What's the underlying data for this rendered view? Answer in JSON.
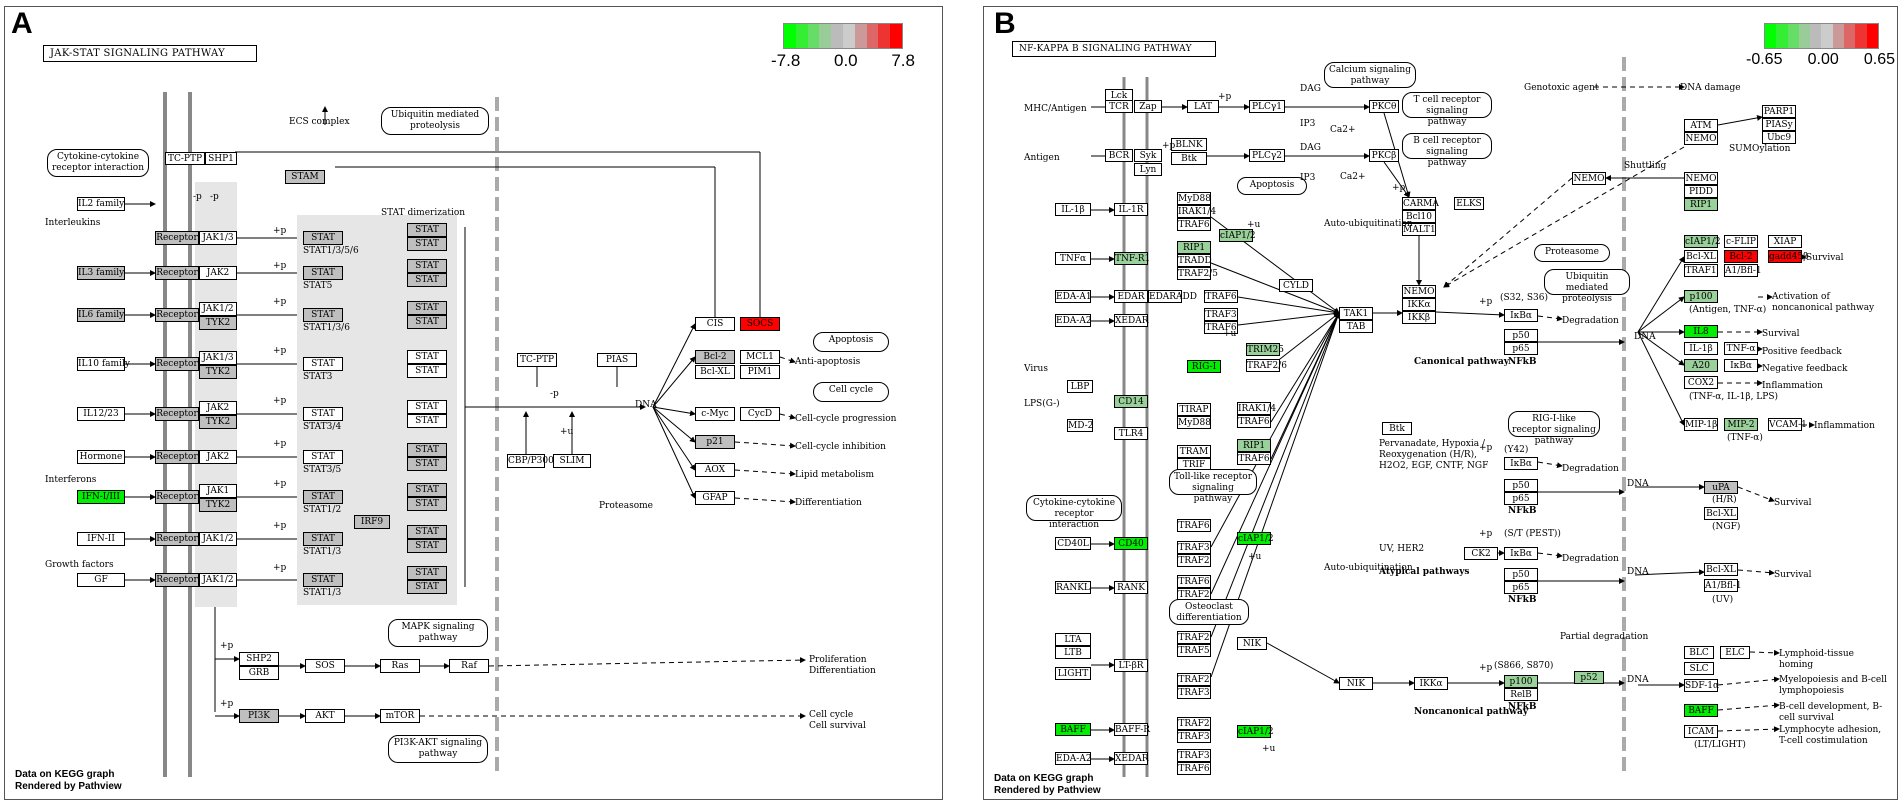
{
  "panels": {
    "A": {
      "label": "A",
      "title": "JAK-STAT SIGNALING PATHWAY",
      "legend": {
        "min": "-7.8",
        "mid": "0.0",
        "max": "7.8"
      },
      "footer": [
        "Data on KEGG graph",
        "Rendered by Pathview"
      ],
      "rounded": {
        "ubiq": "Ubiquitin mediated proteolysis",
        "cytokine": "Cytokine-cytokine receptor interaction",
        "apoptosis": "Apoptosis",
        "cellcycle": "Cell cycle",
        "mapk": "MAPK signaling pathway",
        "pi3k": "PI3K-AKT signaling pathway"
      },
      "texts": {
        "ecs": "ECS complex",
        "interleukins": "Interleukins",
        "interferons": "Interferons",
        "growth": "Growth factors",
        "statdim": "STAT dimerization",
        "p1": "+p",
        "p2": "+p",
        "p3": "+p",
        "p4": "+p",
        "p5": "+p",
        "p6": "+p",
        "p7": "+p",
        "p8": "+p",
        "p9": "+p",
        "mp1": "-p",
        "mp2": "-p",
        "mp3": "-p",
        "plusu": "+u",
        "s1": "STAT1/3/5/6",
        "s2": "STAT5",
        "s3": "STAT1/3/6",
        "s4": "STAT3",
        "s5": "STAT3/4",
        "s6": "STAT3/5",
        "s7": "STAT1/2",
        "s8": "STAT1/3",
        "s9": "STAT1/3",
        "dna": "DNA",
        "proteasome": "Proteasome",
        "antiapop": "Anti-apoptosis",
        "ccprog": "Cell-cycle progression",
        "ccinhib": "Cell-cycle inhibition",
        "lipid": "Lipid metabolism",
        "diff": "Differentiation",
        "prolif": "Proliferation",
        "prolif2": "Differentiation",
        "cellc": "Cell cycle",
        "cellsurv": "Cell survival",
        "pp1": "+p",
        "pp2": "+p"
      },
      "boxes": {
        "tcptp": "TC-PTP",
        "shp1": "SHP1",
        "stam": "STAM",
        "il2": "IL2 family",
        "il3": "IL3 family",
        "il6": "IL6 family",
        "il10": "IL10 family",
        "il12": "IL12/23",
        "hormone": "Hormone",
        "ifn1": "IFN-I/III",
        "ifn2": "IFN-II",
        "gf": "GF",
        "r1": "Receptor",
        "r2": "Receptor",
        "r3": "Receptor",
        "r4": "Receptor",
        "r5": "Receptor",
        "r6": "Receptor",
        "r7": "Receptor",
        "r8": "Receptor",
        "r9": "Receptor",
        "j1": "JAK1/3",
        "j2": "JAK2",
        "j3a": "JAK1/2",
        "j3b": "TYK2",
        "j4a": "JAK1/3",
        "j4b": "TYK2",
        "j5a": "JAK2",
        "j5b": "TYK2",
        "j6": "JAK2",
        "j7a": "JAK1",
        "j7b": "TYK2",
        "j8": "JAK1/2",
        "j9": "JAK1/2",
        "st1": "STAT",
        "st2": "STAT",
        "st3": "STAT",
        "st4": "STAT",
        "st5": "STAT",
        "st6": "STAT",
        "st7": "STAT",
        "st8": "STAT",
        "st9": "STAT",
        "d1a": "STAT",
        "d1b": "STAT",
        "d2a": "STAT",
        "d2b": "STAT",
        "d3a": "STAT",
        "d3b": "STAT",
        "d4a": "STAT",
        "d4b": "STAT",
        "d5a": "STAT",
        "d5b": "STAT",
        "d6a": "STAT",
        "d6b": "STAT",
        "d7a": "STAT",
        "d7b": "STAT",
        "d8a": "STAT",
        "d8b": "STAT",
        "d9a": "STAT",
        "d9b": "STAT",
        "irf9": "IRF9",
        "cis": "CIS",
        "socs": "SOCS",
        "tcptp2": "TC-PTP",
        "pias": "PIAS",
        "cbp": "CBP/P300",
        "slim": "SLIM",
        "bcl2": "Bcl-2",
        "mcl1": "MCL1",
        "bclxl": "Bcl-XL",
        "pim1": "PIM1",
        "cmyc": "c-Myc",
        "cycd": "CycD",
        "p21": "p21",
        "aox": "AOX",
        "gfap": "GFAP",
        "shp2": "SHP2",
        "grb": "GRB",
        "sos": "SOS",
        "ras": "Ras",
        "raf": "Raf",
        "pi3k": "PI3K",
        "akt": "AKT",
        "mtor": "mTOR"
      }
    },
    "B": {
      "label": "B",
      "title": "NF-KAPPA B SIGNALING PATHWAY",
      "legend": {
        "min": "-0.65",
        "mid": "0.00",
        "max": "0.65"
      },
      "footer": [
        "Data on KEGG graph",
        "Rendered by Pathview"
      ],
      "rounded": {
        "calcium": "Calcium signaling pathway",
        "tcell": "T cell receptor signaling pathway",
        "bcell": "B cell receptor signaling pathway",
        "apop": "Apoptosis",
        "proteasome": "Proteasome",
        "ubiq": "Ubiquitin mediated proteolysis",
        "rigi": "RIG-I-like receptor signaling pathway",
        "toll": "Toll-like receptor signaling pathway",
        "cyto": "Cytokine-cytokine receptor interaction",
        "osteo": "Osteoclast differentiation"
      },
      "texts": {
        "mhc": "MHC/Antigen",
        "antigen": "Antigen",
        "virus": "Virus",
        "lps": "LPS(G-)",
        "genotoxic": "Genotoxic agent",
        "dnadamage": "DNA damage",
        "sumo": "SUMOylation",
        "shuttling": "Shuttling",
        "dag": "DAG",
        "dag2": "DAG",
        "ip3": "IP3",
        "ip3b": "IP3",
        "ca": "Ca2+",
        "ca2": "Ca2+",
        "autoubi": "Auto-ubiquitination",
        "autoubi2": "Auto-ubiquitination",
        "s3236": "(S32, S36)",
        "degr1": "Degradation",
        "nfkb1": "NFkB",
        "canon": "Canonical pathway",
        "perv": "Pervanadate, Hypoxia / Reoxygenation (H/R), H2O2, EGF, CNTF, NGF",
        "y42": "(Y42)",
        "degr2": "Degradation",
        "nfkb2": "NFkB",
        "uv": "UV, HER2",
        "st": "(S/T (PEST))",
        "degr3": "Degradation",
        "nfkb3": "NFkB",
        "atyp": "Atypical pathways",
        "s866": "(S866, S870)",
        "partial": "Partial degradation",
        "nfkb4": "NFkB",
        "noncanon": "Noncanonical pathway",
        "dna1": "DNA",
        "dna2": "DNA",
        "dna3": "DNA",
        "dna4": "DNA",
        "survival": "Survival",
        "activ": "Activation of noncanonical pathway",
        "antitnf": "(Antigen, TNF-α)",
        "survival2": "Survival",
        "posfb": "Positive feedback",
        "negfb": "Negative feedback",
        "tnfil": "(TNF-α, IL-1β, LPS)",
        "inflam": "Inflammation",
        "tnfa": "(TNF-α)",
        "inflam2": "Inflammation",
        "hr": "(H/R)",
        "surv3": "Survival",
        "ngf": "(NGF)",
        "surv4": "Survival",
        "uvl": "(UV)",
        "lymph": "Lymphoid-tissue homing",
        "myelo": "Myelopoiesis and B-cell lymphopoiesis",
        "bdev": "B-cell development, B-cell survival",
        "lymphad": "Lymphocyte adhesion, T-cell costimulation",
        "ltlight": "(LT/LIGHT)",
        "u1": "+u",
        "u2": "+u",
        "u3": "+u",
        "u4": "+u",
        "pp1": "+p",
        "pp2": "+p",
        "pp3": "+p",
        "pp4": "+p",
        "pp5": "+p",
        "pp6": "+p",
        "pp7": "+p"
      },
      "boxes": {
        "lck": "Lck",
        "zap": "Zap",
        "tcr": "TCR",
        "lat": "LAT",
        "plcg1": "PLCγ1",
        "pkcth": "PKCθ",
        "bcr": "BCR",
        "syk": "Syk",
        "lyn": "Lyn",
        "blnk": "BLNK",
        "btk": "Btk",
        "plcg2": "PLCγ2",
        "pkcb": "PKCβ",
        "il1b": "IL-1β",
        "il1r": "IL-1R",
        "myd88": "MyD88",
        "irak": "IRAK1/4",
        "traf6a": "TRAF6",
        "tnfa": "TNFα",
        "tnfr1": "TNF-R1",
        "rip1": "RIP1",
        "ciap12": "cIAP1/2",
        "tradd": "TRADD",
        "traf25": "TRAF2/5",
        "edaa1": "EDA-A1",
        "edar": "EDAR",
        "edaradd": "EDARADD",
        "traf6b": "TRAF6",
        "cyld": "CYLD",
        "edaa2": "EDA-A2",
        "xedar": "XEDAR",
        "traf3": "TRAF3",
        "traf6c": "TRAF6",
        "carma": "CARMA",
        "bcl10": "Bcl10",
        "malt1": "MALT1",
        "elks": "ELKS",
        "tak1": "TAK1",
        "tab": "TAB",
        "nemo1": "NEMO",
        "ikka1": "IKKα",
        "ikkb": "IKKβ",
        "ikba1": "IκBα",
        "p50a": "p50",
        "p65a": "p65",
        "atm": "ATM",
        "nemo2": "NEMO",
        "parp1": "PARP1",
        "piasy": "PIASy",
        "ubc9": "Ubc9",
        "nemo3": "NEMO",
        "nemo4": "NEMO",
        "pidd": "PIDD",
        "rip1b": "RIP1",
        "rigi": "RIG-I",
        "trim25": "TRIM25",
        "traf26": "TRAF2/6",
        "lbp": "LBP",
        "cd14": "CD14",
        "md2": "MD-2",
        "tlr4": "TLR4",
        "tirap": "TIRAP",
        "myd88b": "MyD88",
        "irak14": "IRAK1/4",
        "traf6d": "TRAF6",
        "tram": "TRAM",
        "trif": "TRIF",
        "rip1c": "RIP1",
        "traf6e": "TRAF6",
        "btk2": "Btk",
        "ikba2": "IκBα",
        "p50b": "p50",
        "p65b": "p65",
        "ck2": "CK2",
        "ikba3": "IκBα",
        "p50c": "p50",
        "p65c": "p65",
        "cd40l": "CD40L",
        "cd40": "CD40",
        "traf6f": "TRAF6",
        "traf3b": "TRAF3",
        "traf2a": "TRAF2",
        "ciap12b": "cIAP1/2",
        "rankl": "RANKL",
        "rank": "RANK",
        "traf6g": "TRAF6",
        "traf2b": "TRAF2",
        "lta": "LTA",
        "ltb": "LTB",
        "light": "LIGHT",
        "ltbr": "LT-βR",
        "traf2c": "TRAF2",
        "traf5": "TRAF5",
        "traf2d": "TRAF2",
        "traf3c": "TRAF3",
        "nik1": "NIK",
        "nik2": "NIK",
        "ikka2": "IKKα",
        "p100": "p100",
        "relb": "RelB",
        "p52": "p52",
        "baff": "BAFF",
        "baffr": "BAFF-R",
        "traf2e": "TRAF2",
        "traf3d": "TRAF3",
        "ciap12c": "cIAP1/2",
        "edaa2b": "EDA-A2",
        "xedar2": "XEDAR",
        "traf3e": "TRAF3",
        "traf6h": "TRAF6",
        "ciap12d": "cIAP1/2",
        "cflip": "c-FLIP",
        "xiap": "XIAP",
        "bclxl": "Bcl-XL",
        "bcl2": "Bcl-2",
        "gadd": "gadd45β",
        "traf1": "TRAF1",
        "a1bfl1": "A1/Bfl-1",
        "p100b": "p100",
        "il8": "IL8",
        "il1bb": "IL-1β",
        "tnfa2": "TNF-α",
        "a20": "A20",
        "ikba4": "IκBα",
        "cox2": "COX2",
        "mip1b": "MIP-1β",
        "mip2": "MIP-2",
        "vcam1": "VCAM-1",
        "upa": "uPA",
        "bclxl2": "Bcl-XL",
        "bclxl3": "Bcl-XL",
        "a1bfl12": "A1/Bfl-1",
        "blc": "BLC",
        "elc": "ELC",
        "slc": "SLC",
        "sdf1a": "SDF-1α",
        "baff2": "BAFF",
        "icam": "ICAM"
      }
    }
  },
  "colors": {
    "legendA": [
      "#00ff00",
      "#33ee33",
      "#66dd66",
      "#99cc99",
      "#bbbbbb",
      "#cccccc",
      "#cc9999",
      "#dd6666",
      "#ee3333",
      "#ff0000"
    ],
    "legendB": [
      "#00ff00",
      "#33ee33",
      "#66dd66",
      "#99cc99",
      "#bbbbbb",
      "#cccccc",
      "#cc9999",
      "#dd6666",
      "#ee3333",
      "#ff0000"
    ]
  }
}
